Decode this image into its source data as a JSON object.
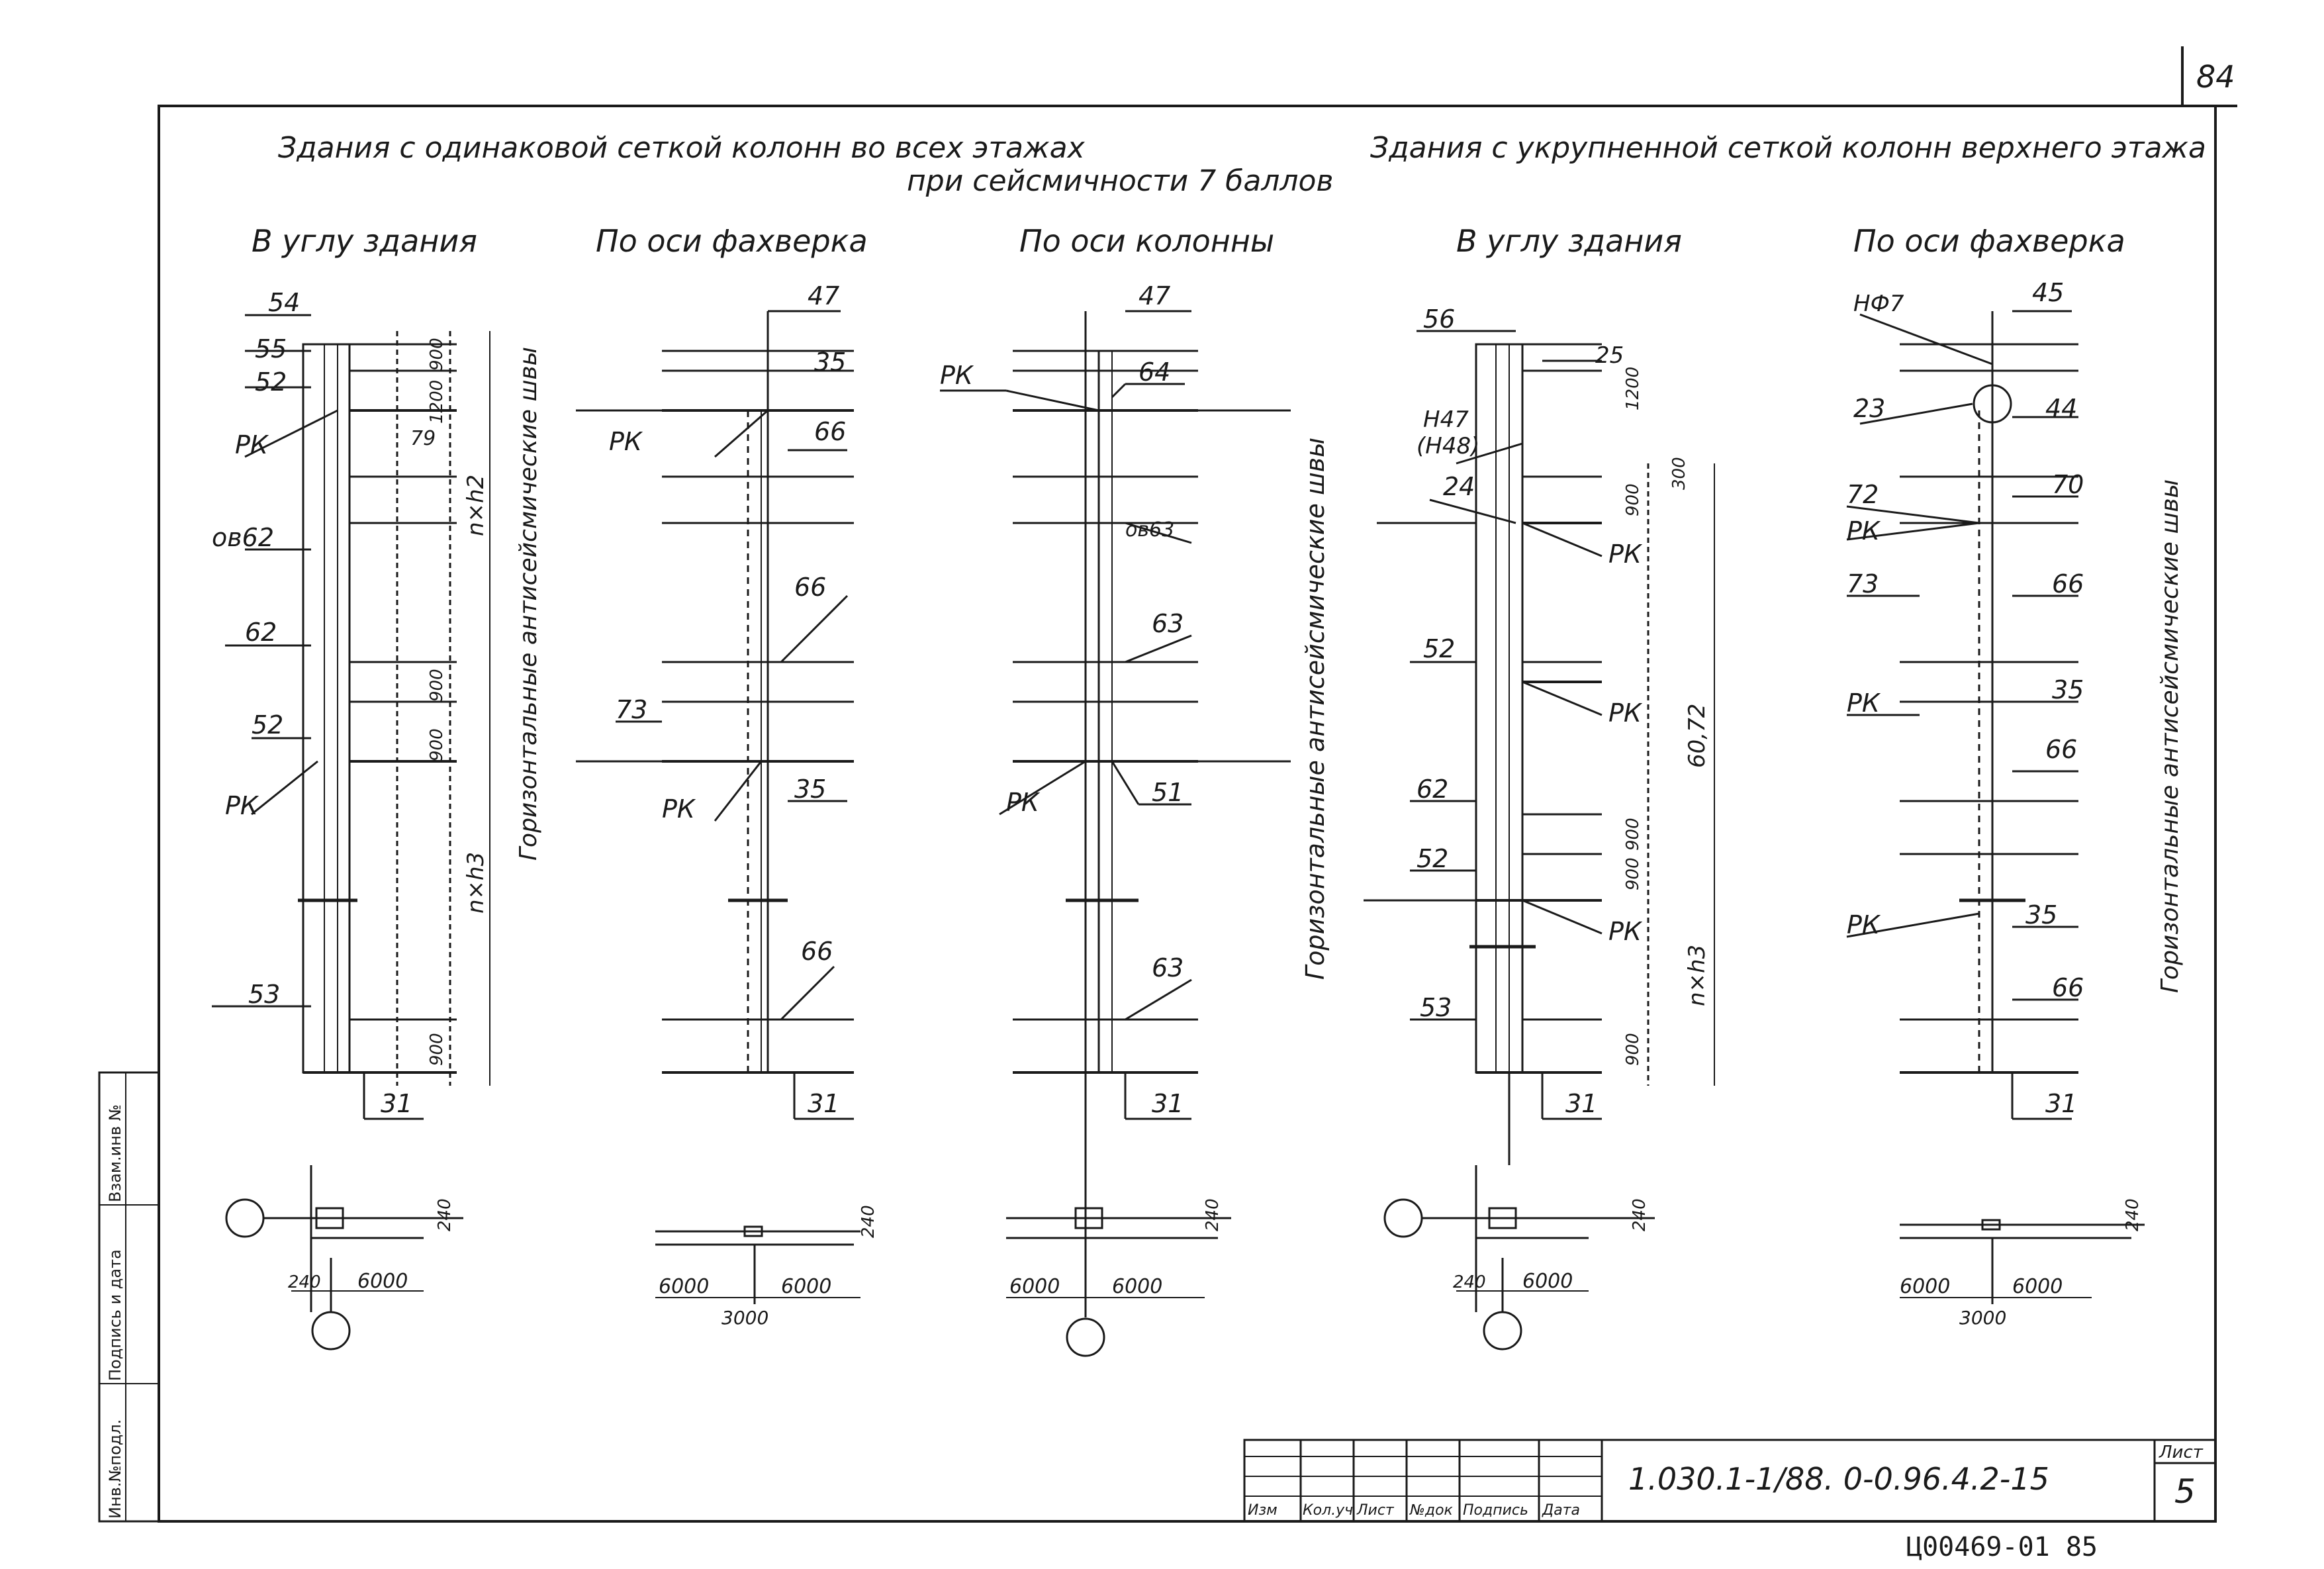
{
  "sheet": {
    "corner_number": "84",
    "title_left": "Здания с одинаковой сеткой колонн во всех этажах",
    "title_left_2": "при сейсмичности 7 баллов",
    "title_right": "Здания с укрупненной сеткой колонн верхнего этажа",
    "code": "1.030.1-1/88. 0-0.96.4.2-15",
    "sheet_label": "Лист",
    "sheet_number": "5",
    "archive_number": "Ц00469-01 85",
    "stamp_cells": [
      "Изм",
      "Кол.уч",
      "Лист",
      "№док",
      "Подпись",
      "Дата"
    ],
    "margin_cells": [
      "Инв.№подл.",
      "Подпись и дата",
      "Взам.инв №"
    ]
  },
  "panels": [
    {
      "heading": "В углу здания",
      "labels": [
        "54",
        "55",
        "52",
        "РК",
        "79",
        "ов62",
        "62",
        "52",
        "РК",
        "53",
        "31"
      ],
      "dims": [
        "900",
        "1200",
        "900",
        "900",
        "n×h2",
        "n×h3",
        "900"
      ],
      "side_text": "Горизонтальные антисейсмические швы",
      "plan_dims": [
        "240",
        "240",
        "6000"
      ]
    },
    {
      "heading": "По оси фахверка",
      "labels": [
        "47",
        "35",
        "РК",
        "66",
        "66",
        "73",
        "РК",
        "35",
        "66",
        "31"
      ],
      "plan_dims": [
        "240",
        "6000",
        "6000",
        "3000"
      ]
    },
    {
      "heading": "По оси колонны",
      "labels": [
        "47",
        "РК",
        "64",
        "ов63",
        "63",
        "РК",
        "51",
        "63",
        "31"
      ],
      "plan_dims": [
        "240",
        "6000",
        "6000"
      ],
      "side_text": "Горизонтальные антисейсмические швы"
    },
    {
      "heading": "В углу здания",
      "labels": [
        "56",
        "25",
        "Н47",
        "(Н48)",
        "24",
        "РК",
        "52",
        "РК",
        "62",
        "52",
        "РК",
        "53",
        "31"
      ],
      "dims": [
        "1200",
        "900",
        "300",
        "60,72",
        "900",
        "900",
        "n×h3",
        "900"
      ],
      "plan_dims": [
        "240",
        "240",
        "6000"
      ]
    },
    {
      "heading": "По оси фахверка",
      "labels": [
        "НФ7",
        "45",
        "23",
        "44",
        "72",
        "70",
        "РК",
        "73",
        "66",
        "РК",
        "35",
        "66",
        "РК",
        "35",
        "66",
        "31"
      ],
      "side_text": "Горизонтальные антисейсмические швы",
      "plan_dims": [
        "240",
        "6000",
        "6000",
        "3000"
      ]
    }
  ]
}
